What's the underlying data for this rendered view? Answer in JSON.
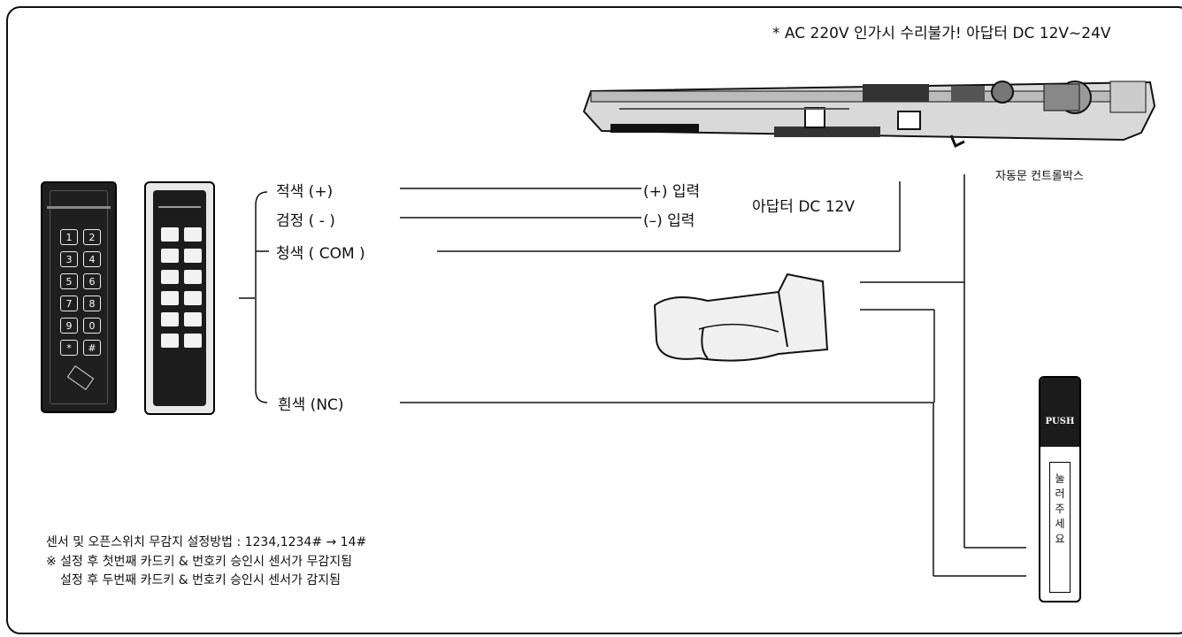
{
  "warning_text": "* AC 220V 인가시 수리불가! 아답터 DC 12V~24V",
  "controller_label": "자동문 컨트롤박스",
  "wires": {
    "red": "적색 (+)",
    "black": "검정 ( - )",
    "blue": "청색 ( COM )",
    "white": "흰색 (NC)"
  },
  "adapter": {
    "plus_input": "(+) 입력",
    "minus_input": "(–) 입력",
    "label": "아답터 DC 12V"
  },
  "keypad_left_keys": [
    "1",
    "2",
    "3",
    "4",
    "5",
    "6",
    "7",
    "8",
    "9",
    "0",
    "*",
    "#"
  ],
  "push_button": {
    "label": "PUSH",
    "vertical_chars": [
      "눌",
      "러",
      "주",
      "세",
      "요"
    ]
  },
  "notes": [
    "센서 및 오픈스위치 무감지 설정방법 : 1234,1234# → 14#",
    "※ 설정 후 첫번째 카드키 & 번호키 승인시 센서가 무감지됨",
    "설정 후 두번째 카드키 & 번호키 승인시 센서가 감지됨"
  ]
}
